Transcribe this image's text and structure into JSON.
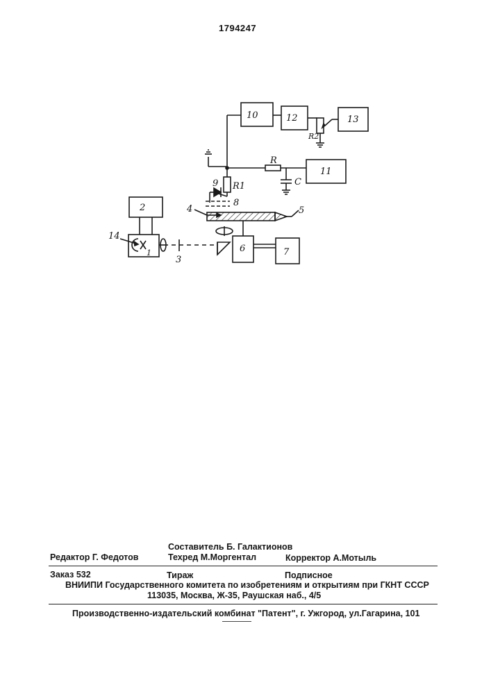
{
  "header": {
    "patent_number": "1794247"
  },
  "diagram": {
    "labels": {
      "b1": "1",
      "b2": "2",
      "b3": "3",
      "b4": "4",
      "b5": "5",
      "b6": "6",
      "b7": "7",
      "b8": "8",
      "b9": "9",
      "b10": "10",
      "b11": "11",
      "b12": "12",
      "b13": "13",
      "b14": "14",
      "r": "R",
      "r1": "R1",
      "r2": "R2",
      "c": "C"
    }
  },
  "credits": {
    "composer": "Составитель  Б. Галактионов",
    "editor": "Редактор  Г. Федотов",
    "techred": "Техред М.Моргентал",
    "corrector": "Корректор  А.Мотыль"
  },
  "publication": {
    "order": "Заказ  532",
    "circulation": "Тираж",
    "subscription": "Подписное",
    "institute": "ВНИИПИ Государственного комитета по изобретениям и открытиям при ГКНТ СССР",
    "address": "113035, Москва, Ж-35, Раушская наб., 4/5"
  },
  "footer": {
    "printer": "Производственно-издательский комбинат \"Патент\", г. Ужгород, ул.Гагарина, 101"
  }
}
